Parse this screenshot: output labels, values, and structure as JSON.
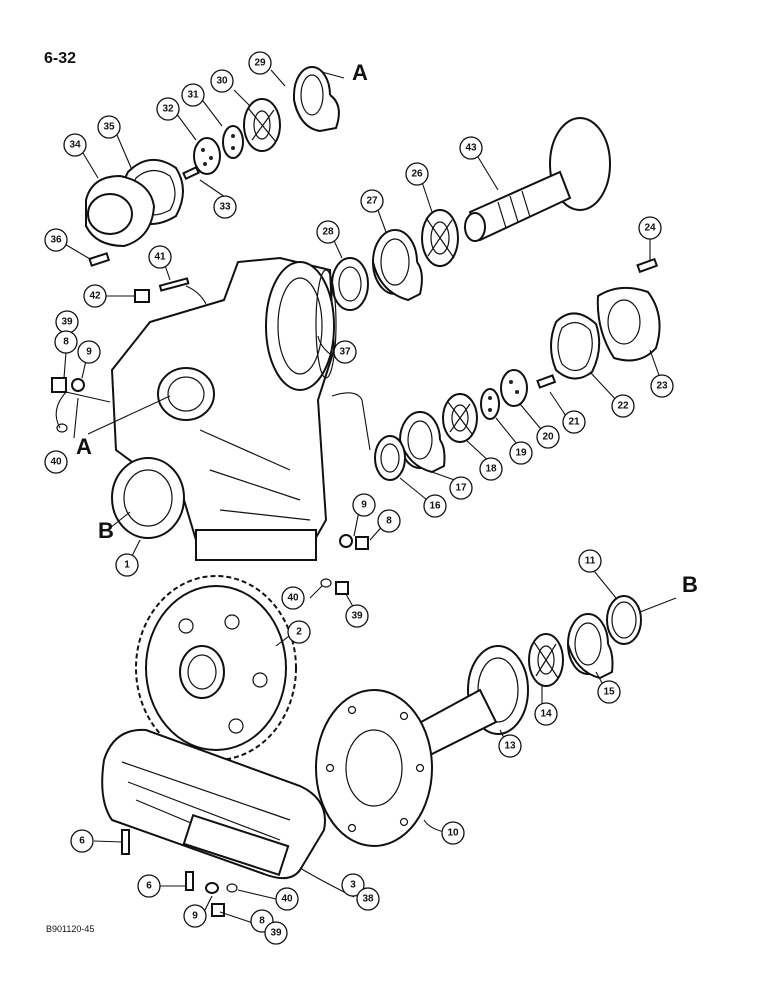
{
  "page": {
    "number": "6-32",
    "figure_code": "B901120-45"
  },
  "reference_letters": [
    "A",
    "A",
    "B",
    "B"
  ],
  "callouts": [
    "29",
    "30",
    "31",
    "32",
    "35",
    "34",
    "33",
    "36",
    "43",
    "26",
    "27",
    "28",
    "41",
    "42",
    "24",
    "39",
    "8",
    "9",
    "37",
    "40",
    "23",
    "22",
    "21",
    "20",
    "19",
    "18",
    "17",
    "16",
    "1",
    "9",
    "8",
    "40",
    "39",
    "2",
    "11",
    "13",
    "14",
    "15",
    "10",
    "6",
    "6",
    "9",
    "8",
    "39",
    "3",
    "38",
    "40"
  ]
}
